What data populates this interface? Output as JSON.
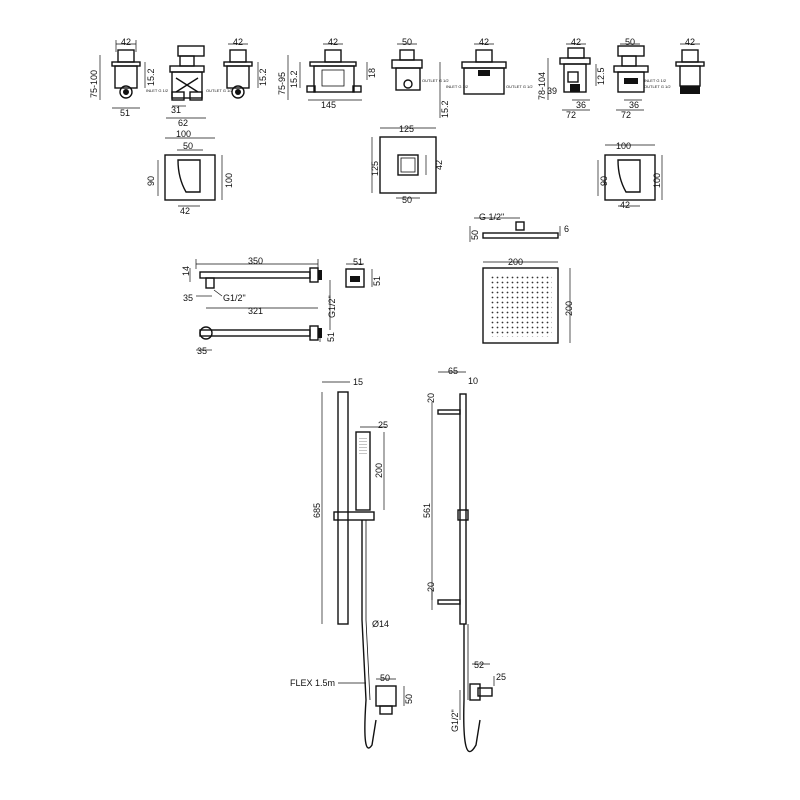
{
  "valves": {
    "d1_w": "42",
    "d1_h": "75-100",
    "d1_d": "15.2",
    "d1_b": "51",
    "d2_a": "31",
    "d2_b": "62",
    "d2_inlet": "INLET G 1/2",
    "d2_outlet": "OUTLET G 1/2",
    "d3_w": "42",
    "d3_d": "15.2",
    "d4_w": "42",
    "d4_h": "75-95",
    "d4_d": "15.2",
    "d4_b": "145",
    "d5_w": "50",
    "d5_d": "18",
    "d5_outlet": "OUTLET G 1/2",
    "d6_w": "42",
    "d6_d": "15.2",
    "d6_inlet": "INLET G 1/2",
    "d6_outlet": "OUTLET G 1/2",
    "d7_w": "42",
    "d7_h": "78-104",
    "d7_h2": "39",
    "d7_d": "12.5",
    "d7_a": "36",
    "d7_b": "72",
    "d8_w": "50",
    "d8_inlet": "INLET G 1/2",
    "d8_outlet": "OUTLET G 1/2",
    "d8_a": "36",
    "d8_b": "72",
    "d9_w": "42"
  },
  "faceplates": {
    "left_w": "100",
    "left_in": "50",
    "left_h": "90",
    "left_h2": "100",
    "left_b": "42",
    "mid_w": "125",
    "mid_h": "125",
    "mid_in": "42",
    "mid_b": "50",
    "right_w": "100",
    "right_h": "90",
    "right_h2": "100",
    "right_b": "42"
  },
  "arm": {
    "len": "350",
    "h": "14",
    "d": "35",
    "thread": "G1/2\"",
    "len2": "321",
    "plate_w": "51",
    "plate_h": "51",
    "thread2": "G1/2\"",
    "plate2": "51",
    "d2": "35"
  },
  "head": {
    "thread": "G 1/2\"",
    "h": "50",
    "t": "6",
    "w": "200",
    "d": "200"
  },
  "riser": {
    "w": "15",
    "handset_w": "25",
    "handset_l": "200",
    "rail": "685",
    "hose_d": "Ø14",
    "hose": "FLEX 1.5m",
    "elbow_w": "50",
    "elbow_h": "50"
  },
  "riser_side": {
    "proj": "65",
    "rail_w": "10",
    "b1": "20",
    "span": "561",
    "b2": "20",
    "elbow_w": "52",
    "elbow_d": "25",
    "thread": "G1/2\""
  }
}
